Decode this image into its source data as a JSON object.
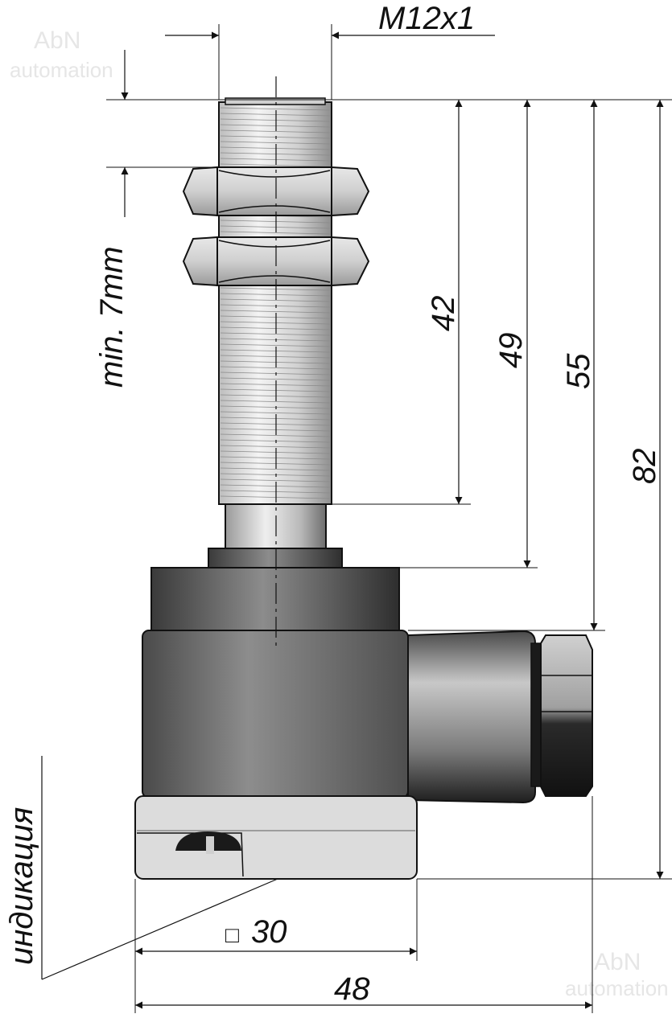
{
  "watermark": {
    "line1": "AbN",
    "line2": "automation"
  },
  "dimensions": {
    "thread": "M12x1",
    "min_depth": "min. 7mm",
    "d42": "42",
    "d49": "49",
    "d55": "55",
    "d82": "82",
    "d30": "30",
    "d48": "48"
  },
  "labels": {
    "indication": "индикация",
    "square_symbol": "□"
  },
  "colors": {
    "line": "#111111",
    "metal_light": "#e8e8e8",
    "metal_dark": "#5a5a5a",
    "cap": "#dcdcdc"
  }
}
